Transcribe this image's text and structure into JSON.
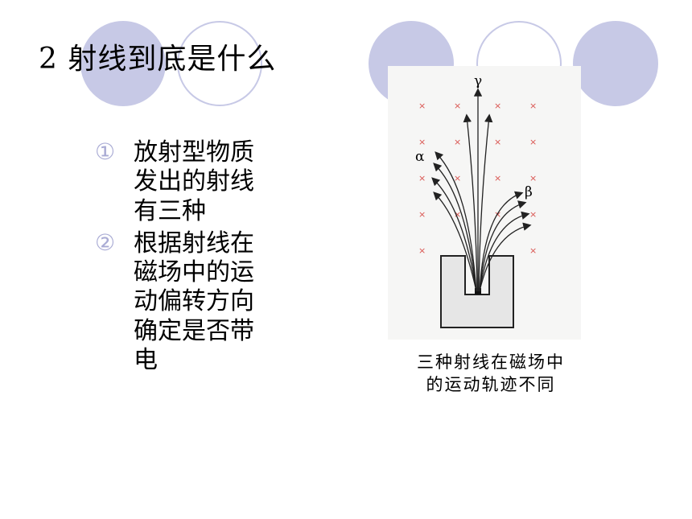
{
  "slide": {
    "title": "2 射线到底是什么",
    "bullets": [
      {
        "marker": "①",
        "text": "放射型物质发出的射线有三种"
      },
      {
        "marker": "②",
        "text": "根据射线在磁场中的运动偏转方向确定是否带电"
      }
    ]
  },
  "figure": {
    "labels": {
      "gamma": "γ",
      "alpha": "α",
      "beta": "β"
    },
    "field_mark": "×",
    "caption_line1": "三种射线在磁场中",
    "caption_line2": "的运动轨迹不同"
  },
  "colors": {
    "accent": "#c7c9e6",
    "field_mark": "#d9534f"
  }
}
